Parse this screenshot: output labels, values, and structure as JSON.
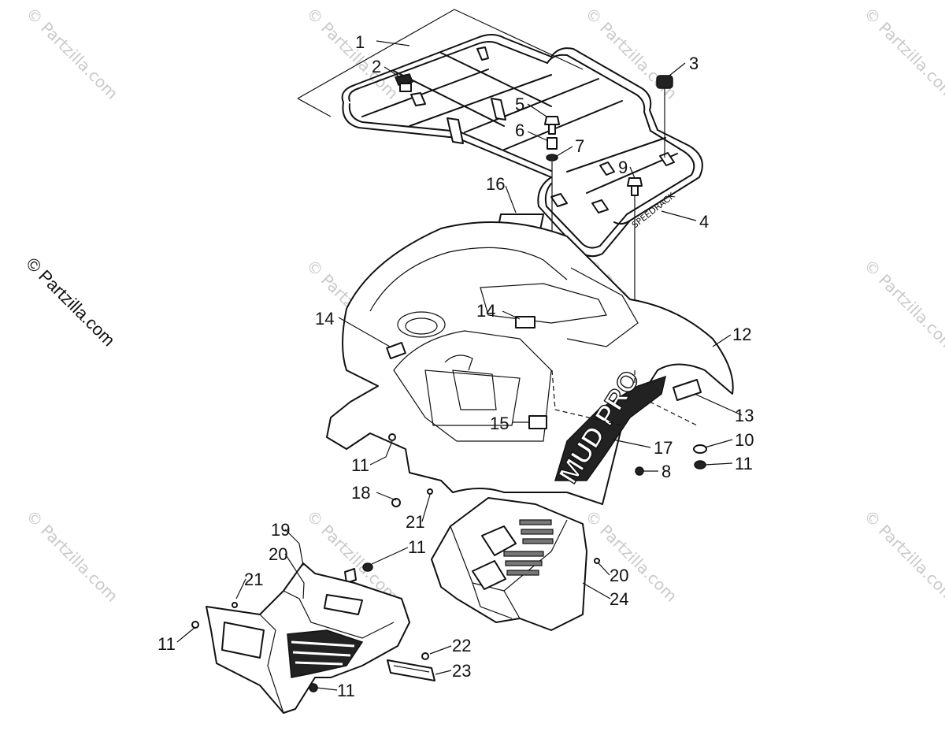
{
  "watermark": {
    "text": "© Partzilla.com",
    "color": "#c9c9c9"
  },
  "callouts": [
    {
      "id": "c1",
      "label": "1"
    },
    {
      "id": "c2",
      "label": "2"
    },
    {
      "id": "c3",
      "label": "3"
    },
    {
      "id": "c4",
      "label": "4"
    },
    {
      "id": "c5",
      "label": "5"
    },
    {
      "id": "c6",
      "label": "6"
    },
    {
      "id": "c7",
      "label": "7"
    },
    {
      "id": "c8",
      "label": "8"
    },
    {
      "id": "c9",
      "label": "9"
    },
    {
      "id": "c10",
      "label": "10"
    },
    {
      "id": "c11a",
      "label": "11"
    },
    {
      "id": "c11b",
      "label": "11"
    },
    {
      "id": "c11c",
      "label": "11"
    },
    {
      "id": "c11d",
      "label": "11"
    },
    {
      "id": "c11e",
      "label": "11"
    },
    {
      "id": "c12",
      "label": "12"
    },
    {
      "id": "c13",
      "label": "13"
    },
    {
      "id": "c14a",
      "label": "14"
    },
    {
      "id": "c14b",
      "label": "14"
    },
    {
      "id": "c15",
      "label": "15"
    },
    {
      "id": "c16",
      "label": "16"
    },
    {
      "id": "c17",
      "label": "17"
    },
    {
      "id": "c18",
      "label": "18"
    },
    {
      "id": "c19",
      "label": "19"
    },
    {
      "id": "c20a",
      "label": "20"
    },
    {
      "id": "c20b",
      "label": "20"
    },
    {
      "id": "c21a",
      "label": "21"
    },
    {
      "id": "c21b",
      "label": "21"
    },
    {
      "id": "c22",
      "label": "22"
    },
    {
      "id": "c23",
      "label": "23"
    },
    {
      "id": "c24",
      "label": "24"
    }
  ],
  "decals": {
    "fender_decal": "MUD PRO",
    "rack_decal": "SPEEDRACK"
  }
}
